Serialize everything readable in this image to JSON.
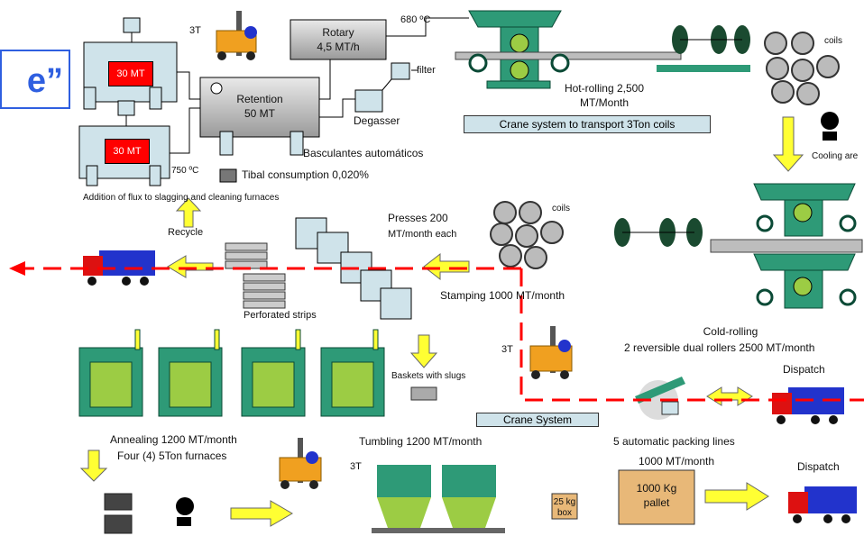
{
  "title_fragment": "e”",
  "labels": {
    "furnace_top": "30 MT",
    "furnace_bottom": "30 MT",
    "forklift_top_t": "3T",
    "rotary": "Rotary",
    "rotary_rate": "4,5 MT/h",
    "temp_680": "680 ºC",
    "filter": "filter",
    "retention": "Retention",
    "retention_cap": "50 MT",
    "degasser": "Degasser",
    "basculantes": "Basculantes automáticos",
    "temp_750": "750 ºC",
    "tibal": "Tibal  consumption 0,020%",
    "flux": "Addition of flux to slagging and cleaning furnaces",
    "hot_rolling": "Hot-rolling 2,500",
    "hot_rolling_unit": "MT/Month",
    "crane_coils": "Crane system to transport 3Ton coils",
    "coils_top": "coils",
    "cooling": "Cooling are",
    "recycle": "Recycle",
    "presses": "Presses 200",
    "presses_unit": "MT/month each",
    "coils_mid": "coils",
    "stamping": "Stamping 1000 MT/month",
    "perforated": "Perforated strips",
    "forklift_mid_t": "3T",
    "cold_rolling": "Cold-rolling",
    "cold_rolling_desc": "2 reversible dual rollers 2500 MT/month",
    "dispatch_mid": "Dispatch",
    "baskets": "Baskets with slugs",
    "crane_system": "Crane System",
    "packing": "5 automatic packing lines",
    "annealing": "Annealing 1200 MT/month",
    "furnaces4": "Four (4) 5Ton furnaces",
    "tumbling": "Tumbling 1200 MT/month",
    "forklift_bot_t": "3T",
    "monthly_1000": "1000 MT/month",
    "dispatch_bot": "Dispatch",
    "box_25_a": "25 kg",
    "box_25_b": "box",
    "pallet_a": "1000 Kg",
    "pallet_b": "pallet"
  },
  "colors": {
    "red": "#ff0000",
    "yellow": "#ffff33",
    "green": "#2e9a77",
    "truck_blue": "#2233cc",
    "truck_red": "#dd1111",
    "frame_blue": "#2f5fe0",
    "crane_bar": "#cfe3ea"
  }
}
